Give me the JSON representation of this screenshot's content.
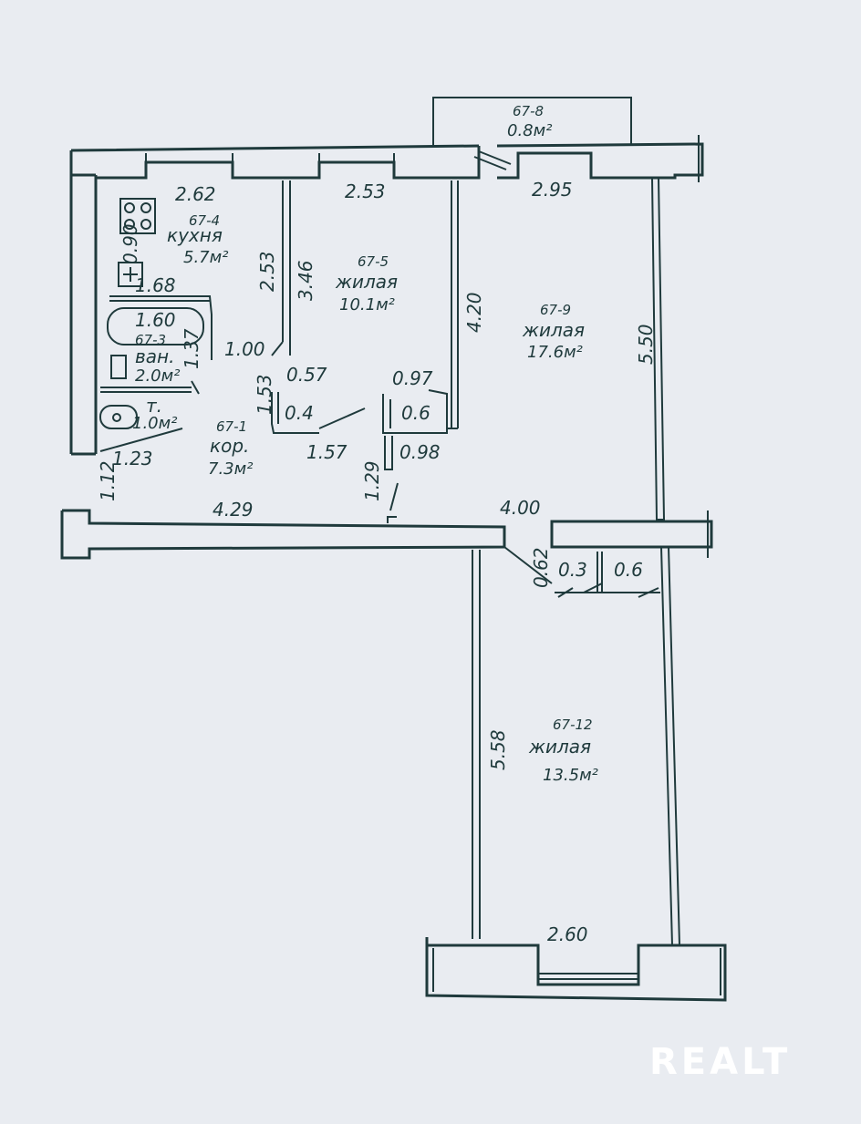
{
  "rooms": {
    "balcony": {
      "id": "67-8",
      "area": "0.8м²"
    },
    "kitchen": {
      "id": "67-4",
      "type": "кухня",
      "area": "5.7м²"
    },
    "bath": {
      "id": "67-3",
      "type": "ван.",
      "area": "2.0м²"
    },
    "toilet": {
      "type": "т.",
      "area": "1.0м²"
    },
    "corridor": {
      "id": "67-1",
      "type": "кор.",
      "area": "7.3м²"
    },
    "living5": {
      "id": "67-5",
      "type": "жилая",
      "area": "10.1м²"
    },
    "living9": {
      "id": "67-9",
      "type": "жилая",
      "area": "17.6м²"
    },
    "living12": {
      "id": "67-12",
      "type": "жилая",
      "area": "13.5м²"
    }
  },
  "dims": {
    "d262": "2.62",
    "d253a": "2.53",
    "d295": "2.95",
    "d090": "0.90",
    "d253b": "2.53",
    "d346": "3.46",
    "d420": "4.20",
    "d550": "5.50",
    "d168": "1.68",
    "d160": "1.60",
    "d137": "1.37",
    "d100": "1.00",
    "d153": "1.53",
    "d057": "0.57",
    "d097": "0.97",
    "d04": "0.4",
    "d06a": "0.6",
    "d157": "1.57",
    "d098": "0.98",
    "d123": "1.23",
    "d112": "1.12",
    "d129": "1.29",
    "d429": "4.29",
    "d400": "4.00",
    "d062": "0.62",
    "d03": "0.3",
    "d06b": "0.6",
    "d558": "5.58",
    "d260": "2.60"
  },
  "watermark": "REALT"
}
